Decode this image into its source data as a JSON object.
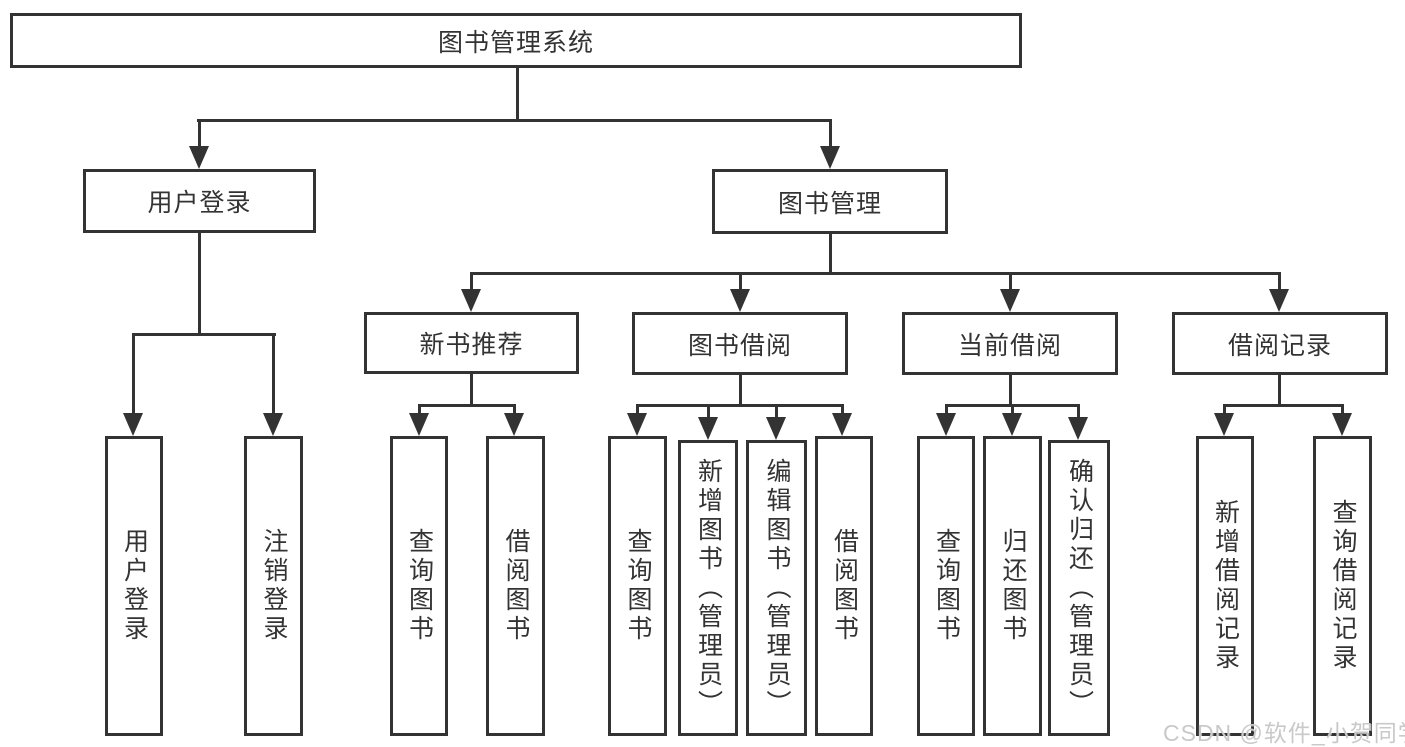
{
  "diagram": {
    "root": {
      "label": "图书管理系统"
    },
    "branches": [
      {
        "label": "用户登录",
        "children": [
          {
            "label": "用户登录"
          },
          {
            "label": "注销登录"
          }
        ]
      },
      {
        "label": "图书管理",
        "children": [
          {
            "label": "新书推荐",
            "children": [
              {
                "label": "查询图书"
              },
              {
                "label": "借阅图书"
              }
            ]
          },
          {
            "label": "图书借阅",
            "children": [
              {
                "label": "查询图书"
              },
              {
                "label": "新增图书（管理员）"
              },
              {
                "label": "编辑图书（管理员）"
              },
              {
                "label": "借阅图书"
              }
            ]
          },
          {
            "label": "当前借阅",
            "children": [
              {
                "label": "查询图书"
              },
              {
                "label": "归还图书"
              },
              {
                "label": "确认归还（管理员）"
              }
            ]
          },
          {
            "label": "借阅记录",
            "children": [
              {
                "label": "新增借阅记录"
              },
              {
                "label": "查询借阅记录"
              }
            ]
          }
        ]
      }
    ]
  },
  "watermark": {
    "text": "CSDN @软件_小贺同学"
  },
  "colors": {
    "line": "#333333",
    "box_border": "#333333",
    "text": "#333333",
    "watermark": "#c9c9ca",
    "background": "#ffffff"
  }
}
